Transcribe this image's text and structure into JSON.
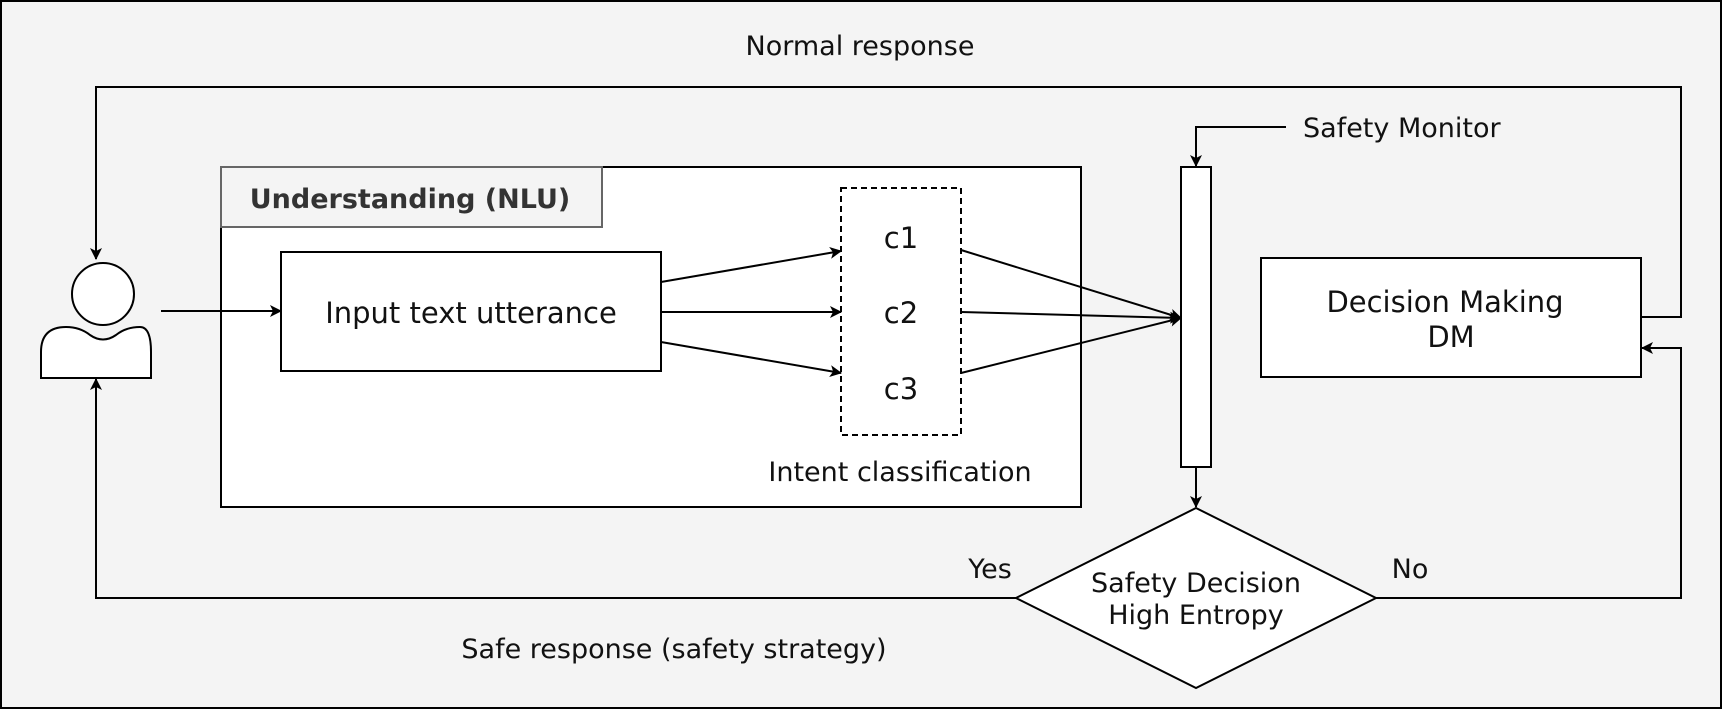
{
  "diagram": {
    "normal_response_label": "Normal response",
    "safe_response_label": "Safe response (safety strategy)",
    "safety_monitor_label": "Safety Monitor",
    "nlu": {
      "title": "Understanding (NLU)",
      "input_label": "Input text utterance",
      "intent_classification_label": "Intent classification",
      "classes": [
        "c1",
        "c2",
        "c3"
      ]
    },
    "decision_making": {
      "line1": "Decision Making",
      "line2": "DM"
    },
    "safety_decision": {
      "line1": "Safety Decision",
      "line2": "High Entropy",
      "yes_label": "Yes",
      "no_label": "No"
    }
  }
}
